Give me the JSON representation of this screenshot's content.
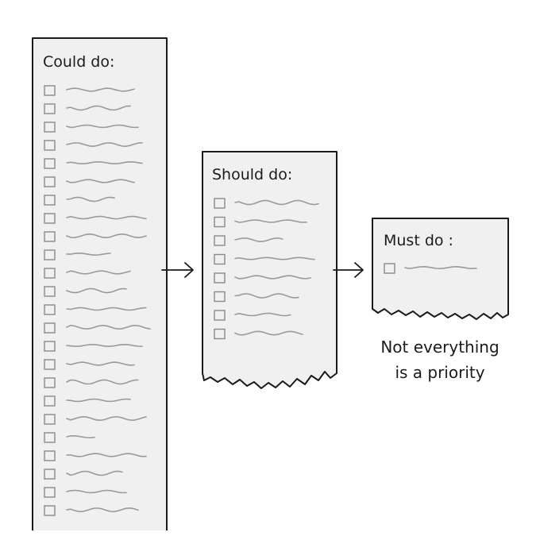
{
  "could_list": {
    "title": "Could do:",
    "item_count": 24
  },
  "should_list": {
    "title": "Should do:",
    "item_count": 8
  },
  "must_list": {
    "title": "Must do :",
    "item_count": 1
  },
  "caption": {
    "line1": "Not everything",
    "line2": "is a priority"
  },
  "icons": {
    "checkbox": "empty-checkbox-icon",
    "arrow": "right-arrow-icon"
  },
  "colors": {
    "paper": "#f0f0f0",
    "outline": "#1a1a1a",
    "scribble": "#9a9a9a"
  }
}
